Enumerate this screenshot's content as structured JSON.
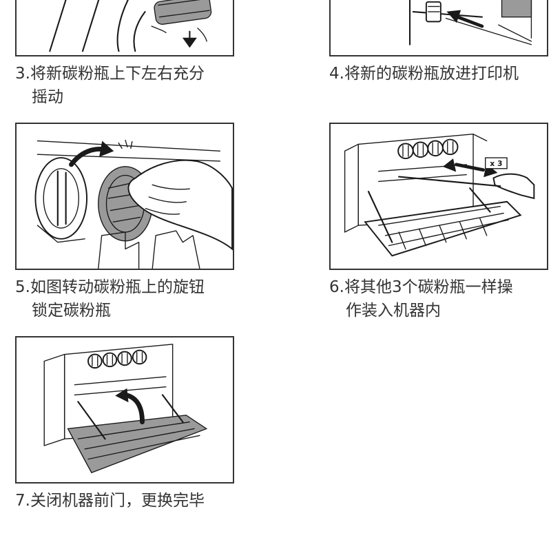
{
  "steps": [
    {
      "id": "3",
      "line1": "3.将新碳粉瓶上下左右充分",
      "line2": "摇动"
    },
    {
      "id": "4",
      "line1": "4.将新的碳粉瓶放进打印机",
      "line2": ""
    },
    {
      "id": "5",
      "line1": "5.如图转动碳粉瓶上的旋钮",
      "line2": "锁定碳粉瓶"
    },
    {
      "id": "6",
      "line1": "6.将其他3个碳粉瓶一样操",
      "line2": "作装入机器内"
    },
    {
      "id": "7",
      "line1": "7.关闭机器前门，更换完毕",
      "line2": ""
    }
  ],
  "illustrations": {
    "step6_badge": "x 3"
  },
  "icons": [
    "shake-arrow-icon",
    "insert-arrow-icon",
    "rotate-arrow-icon",
    "pull-arrow-icon",
    "close-door-arrow-icon"
  ]
}
